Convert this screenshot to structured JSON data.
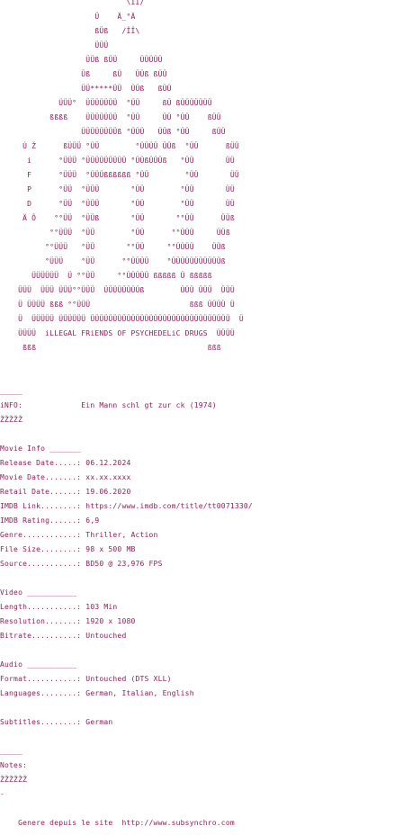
{
  "document": {
    "text_color": "#8b1f5c",
    "background_color": "#ffffff",
    "lines": [
      "                            \\ÎÎ/",
      "                     Ü    Ä_°Ä",
      "                     ßÜß   /ÎÎ\\",
      "                     ÜÜÜ",
      "                   ÜÜß ßÜÜ     ÜÜÜÜÜ",
      "                  Üß     ßÜ   ÜÜß ßÜÜ",
      "                  ÜÜ*****ÜÜ  ÜÜß   ßÜÜ",
      "             ÜÜÜ°  ÜÜÜÜÜÜÜ  °ÜÜ     ßÜ ßÜÜÜÜÜÜÜ",
      "           ßßßß    ÜÜÜÜÜÜÜ  °ÜÜ     ÜÜ °ÜÜ    ßÜÜ",
      "                  ÜÜÜÜÜÜÜÜß °ÜÜÜ   ÜÜß °ÜÜ     ßÜÜ",
      "     Ú Ž      ßÜÜÜ °ÜÜ        °ÜÜÜÜ ÜÜß  °ÜÜ      ßÜÜ",
      "      i      °ÜÜÜ °ÜÜÜÜÜÜÜÜÜ °ÜÜßÜÜÜß   °ÜÜ       ÜÜ",
      "      F      °ÜÜÜ  °ÜÜÜßßßßßß °ÜÜ        °ÜÜ       ÜÜ",
      "      P      °ÜÜ  °ÜÜÜ       °ÜÜ        °ÜÜ       ÜÜ",
      "      D      °ÜÜ  °ÜÜÜ       °ÜÜ        °ÜÜ       ÜÜ",
      "     Ä Ô    °°ÜÜ  °ÜÜß       °ÜÜ       °°ÜÜ      ÜÜß",
      "           °°ÜÜÜ  °ÜÜ        °ÜÜ      °°ÜÜÜ     ÜÜß",
      "          °°ÜÜÜ   °ÜÜ       °°ÜÜ     °°ÜÜÜÜ    ÜÜß",
      "          °ÜÜÜ    °ÜÜ      °°ÜÜÜÜ    °ÜÜÜÜÜÜÜÜÜÜÜß",
      "       ÜÜÜÜÜÜ  Ü °°ÜÜ     °°ÜÜÜÜÜ ßßßßß Ü ßßßßß",
      "    ÜÜÜ  ÜÜÜ ÜÜÜ°°ÜÜÜ  ÜÜÜÜÜÜÜÜß        ÜÜÜ ÜÜÜ  ÜÜÜ",
      "    Ü ÜÜÜÜ ßßß °°ÜÜÜ                      ßßß ÜÜÜÜ Ü",
      "    Ü  ÜÜÜÜÜ ÜÜÜÜÜÜ ÜÜÜÜÜÜÜÜÜÜÜÜÜÜÜÜÜÜÜÜÜÜÜÜÜÜÜÜÜÜÜ  Ü",
      "    ÜÜÜÜ  iLLEGAL FRiENDS OF PSYCHEDELiC DRUGS  ÜÜÜÜ",
      "     ßßß                                      ßßß",
      "",
      "",
      "_____",
      "iNFO:             Ein Mann schl gt zur ck (1974)",
      "ŽŽŽŽŽ",
      "",
      "Movie Info _______",
      "Release Date.....: 06.12.2024",
      "Movie Date.......: xx.xx.xxxx",
      "Retail Date......: 19.06.2020",
      "IMDB Link........: https://www.imdb.com/title/tt0071330/",
      "IMDB Rating......: 6,9",
      "Genre............: Thriller, Action",
      "File Size........: 98 x 500 MB",
      "Source...........: BD50 @ 23,976 FPS",
      "",
      "Video ___________",
      "Length...........: 103 Min",
      "Resolution.......: 1920 x 1080",
      "Bitrate..........: Untouched",
      "",
      "Audio ___________",
      "Format...........: Untouched (DTS XLL)",
      "Languages........: German, Italian, English",
      "",
      "Subtitles........: German",
      "",
      "_____",
      "Notes:",
      "ŽŽŽŽŽŽ",
      "-",
      "",
      "    Genere depuis le site  http://www.subsynchro.com"
    ]
  }
}
